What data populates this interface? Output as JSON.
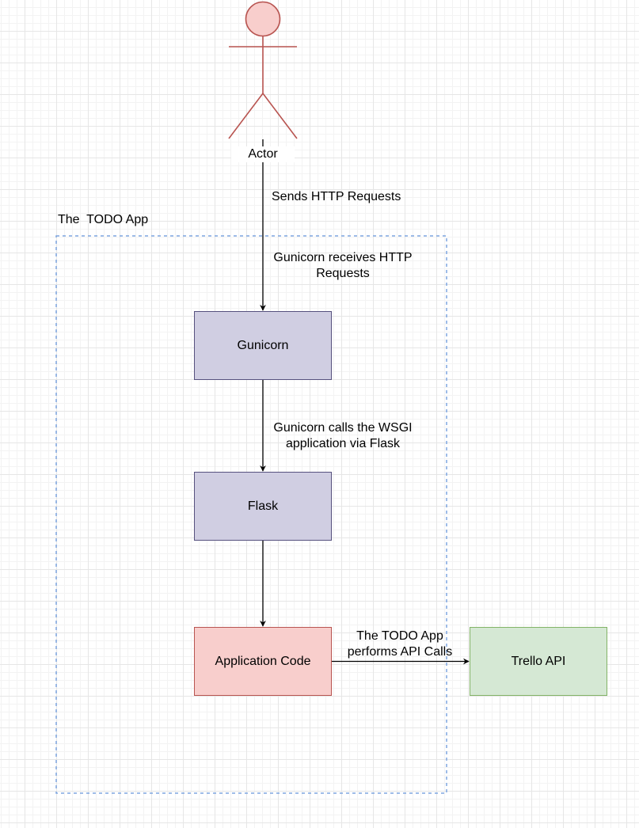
{
  "diagram": {
    "actor": {
      "label": "Actor"
    },
    "container": {
      "label": "The  TODO App"
    },
    "nodes": {
      "gunicorn": {
        "label": "Gunicorn"
      },
      "flask": {
        "label": "Flask"
      },
      "app_code": {
        "label": "Application Code"
      },
      "trello": {
        "label": "Trello API"
      }
    },
    "edges": {
      "actor_to_gunicorn": {
        "label_outside": "Sends HTTP Requests",
        "label_inside_line1": "Gunicorn receives HTTP",
        "label_inside_line2": "Requests"
      },
      "gunicorn_to_flask": {
        "label_line1": "Gunicorn calls the WSGI",
        "label_line2": "application via Flask"
      },
      "flask_to_app_code": {},
      "app_code_to_trello": {
        "label_line1": "The TODO App",
        "label_line2": "performs API Calls"
      }
    },
    "colors": {
      "actor_stroke": "#b85450",
      "actor_fill": "#f8cecc",
      "container_border": "#7ea6e0",
      "gunicorn_fill": "#d0cee2",
      "gunicorn_stroke": "#56517e",
      "app_code_fill": "#f8cecc",
      "app_code_stroke": "#b85450",
      "trello_fill": "#d5e8d4",
      "trello_stroke": "#82b366",
      "edge": "#000000"
    }
  }
}
